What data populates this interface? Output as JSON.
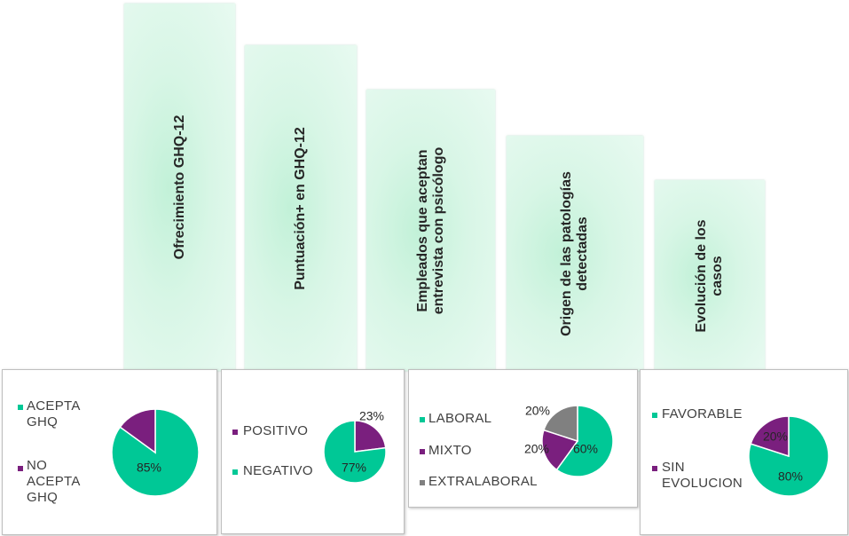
{
  "colors": {
    "teal": "#00c896",
    "purple": "#7a1f7e",
    "gray": "#808080"
  },
  "steps": [
    {
      "label_lines": [
        "Ofrecimiento GHQ-12"
      ]
    },
    {
      "label_lines": [
        "Puntuación+ en GHQ-12"
      ]
    },
    {
      "label_lines": [
        "Empleados que aceptan",
        "entrevista con psicólogo"
      ]
    },
    {
      "label_lines": [
        "Origen de las patologías",
        "detectadas"
      ]
    },
    {
      "label_lines": [
        "Evolución de los",
        "casos"
      ]
    }
  ],
  "chart_data": [
    {
      "type": "pie",
      "legend": [
        [
          "ACEPTA",
          "GHQ"
        ],
        [
          "NO",
          "ACEPTA",
          "GHQ"
        ]
      ],
      "series": [
        {
          "name": "ACEPTA GHQ",
          "value": 85,
          "label": "85%",
          "color": "#00c896"
        },
        {
          "name": "NO ACEPTA GHQ",
          "value": 15,
          "label": "",
          "color": "#7a1f7e"
        }
      ]
    },
    {
      "type": "pie",
      "legend": [
        [
          "POSITIVO"
        ],
        [
          "NEGATIVO"
        ]
      ],
      "series": [
        {
          "name": "POSITIVO",
          "value": 23,
          "label": "23%",
          "color": "#7a1f7e"
        },
        {
          "name": "NEGATIVO",
          "value": 77,
          "label": "77%",
          "color": "#00c896"
        }
      ]
    },
    {
      "type": "pie",
      "legend": [
        [
          "LABORAL"
        ],
        [
          "MIXTO"
        ],
        [
          "EXTRALABORAL"
        ]
      ],
      "series": [
        {
          "name": "LABORAL",
          "value": 60,
          "label": "60%",
          "color": "#00c896"
        },
        {
          "name": "MIXTO",
          "value": 20,
          "label": "20%",
          "color": "#7a1f7e"
        },
        {
          "name": "EXTRALABORAL",
          "value": 20,
          "label": "20%",
          "color": "#808080"
        }
      ]
    },
    {
      "type": "pie",
      "legend": [
        [
          "FAVORABLE"
        ],
        [
          "SIN",
          "EVOLUCION"
        ]
      ],
      "series": [
        {
          "name": "FAVORABLE",
          "value": 80,
          "label": "80%",
          "color": "#00c896"
        },
        {
          "name": "SIN EVOLUCION",
          "value": 20,
          "label": "20%",
          "color": "#7a1f7e"
        }
      ]
    }
  ]
}
